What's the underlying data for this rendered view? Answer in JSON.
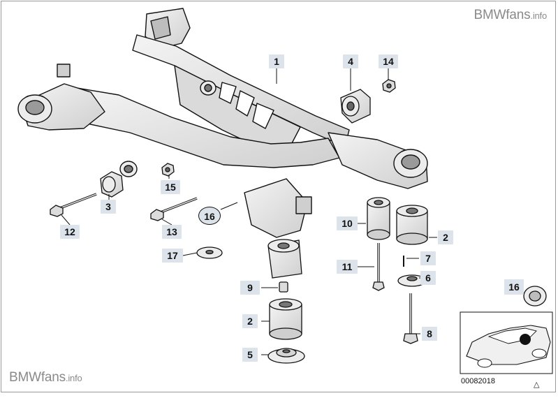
{
  "watermark": {
    "main": "BMWfans",
    "suffix": ".info"
  },
  "diagram_code": "00082018",
  "note_symbol": "△",
  "callouts": [
    {
      "id": "c1",
      "label": "1"
    },
    {
      "id": "c4",
      "label": "4"
    },
    {
      "id": "c14",
      "label": "14"
    },
    {
      "id": "c15",
      "label": "15"
    },
    {
      "id": "c3",
      "label": "3"
    },
    {
      "id": "c12",
      "label": "12"
    },
    {
      "id": "c13",
      "label": "13"
    },
    {
      "id": "c16a",
      "label": "16"
    },
    {
      "id": "c17",
      "label": "17"
    },
    {
      "id": "c10",
      "label": "10"
    },
    {
      "id": "c2a",
      "label": "2"
    },
    {
      "id": "c11",
      "label": "11"
    },
    {
      "id": "c7",
      "label": "7"
    },
    {
      "id": "c6",
      "label": "6"
    },
    {
      "id": "c9",
      "label": "9"
    },
    {
      "id": "c2b",
      "label": "2"
    },
    {
      "id": "c8",
      "label": "8"
    },
    {
      "id": "c5",
      "label": "5"
    },
    {
      "id": "c16b",
      "label": "16"
    }
  ],
  "colors": {
    "part_fill": "#e6e6e6",
    "part_stroke": "#111111",
    "callout_box": "#dde3ea"
  }
}
